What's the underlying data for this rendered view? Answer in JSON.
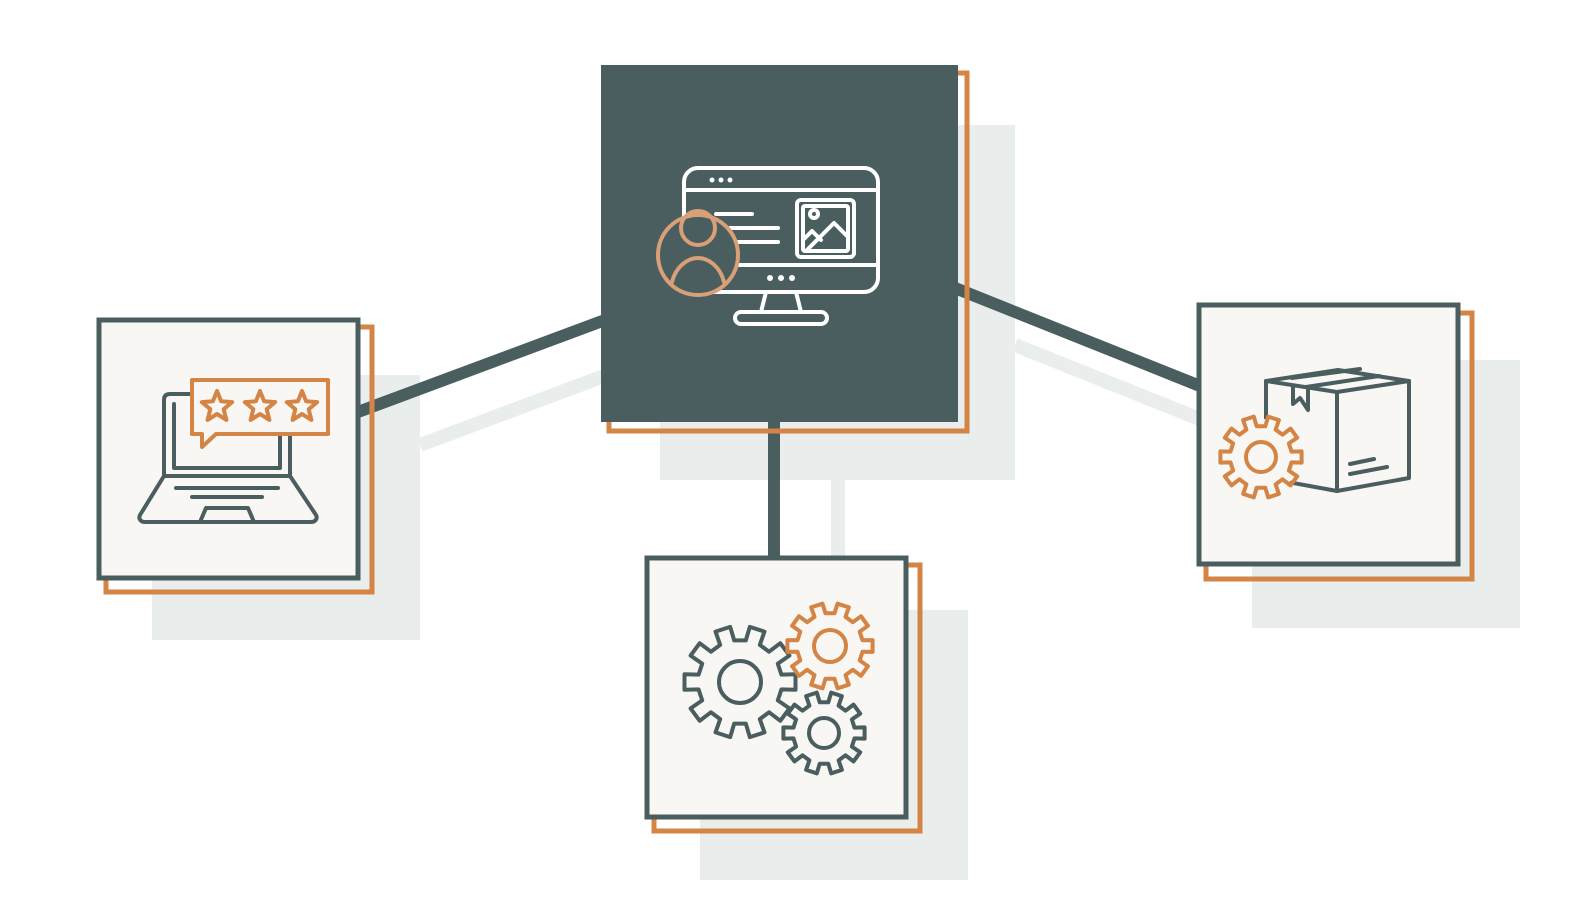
{
  "colors": {
    "background": "#ffffff",
    "dark": "#4a5e5f",
    "accent": "#d48445",
    "card_fill": "#f9f7f4",
    "shadow": "#e9eeed",
    "icon_light": "#ffffff",
    "icon_accent_on_dark": "#d9a077"
  },
  "nodes": [
    {
      "id": "center",
      "icon": "monitor-user-icon",
      "style": "dark"
    },
    {
      "id": "left",
      "icon": "laptop-rating-icon",
      "style": "light"
    },
    {
      "id": "bottom",
      "icon": "gears-icon",
      "style": "light"
    },
    {
      "id": "right",
      "icon": "box-gear-icon",
      "style": "light"
    }
  ],
  "connectors": [
    {
      "from": "center",
      "to": "left"
    },
    {
      "from": "center",
      "to": "bottom"
    },
    {
      "from": "center",
      "to": "right"
    }
  ]
}
